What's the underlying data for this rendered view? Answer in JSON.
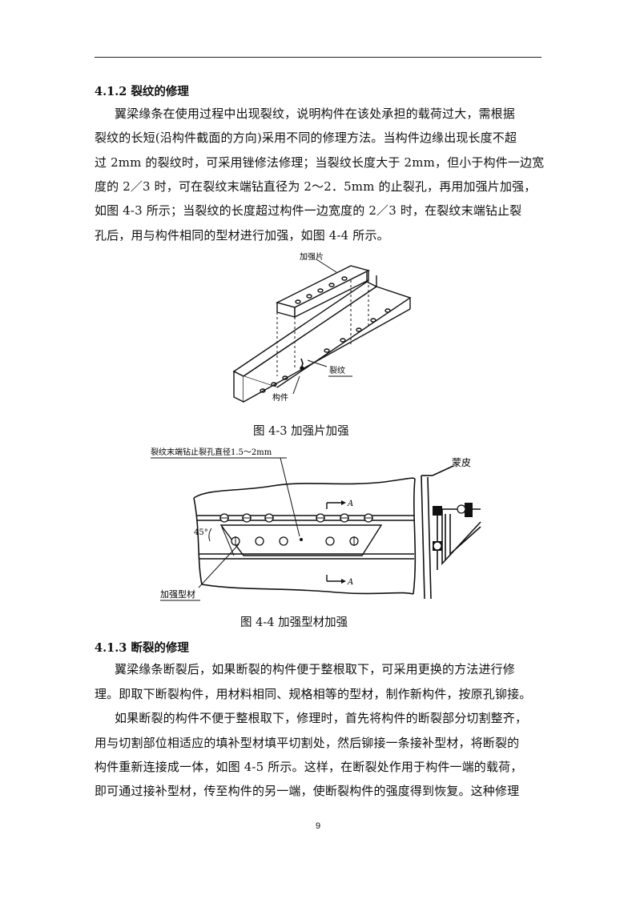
{
  "section_1": {
    "heading": "4.1.2 裂纹的修理",
    "lines": [
      "翼梁缘条在使用过程中出现裂纹，说明构件在该处承担的载荷过大，需根据",
      "裂纹的长短(沿构件截面的方向)采用不同的修理方法。当构件边缘出现长度不超",
      "过 2mm 的裂纹时，可采用锉修法修理；当裂纹长度大于 2mm，但小于构件一边宽",
      "度的 2／3 时，可在裂纹末端钻直径为 2～2．5mm 的止裂孔，再用加强片加强，",
      "如图 4-3 所示；当裂纹的长度超过构件一边宽度的 2／3 时，在裂纹末端钻止裂",
      "孔后，用与构件相同的型材进行加强，如图 4-4 所示。"
    ]
  },
  "figure_4_3": {
    "caption": "图 4-3  加强片加强",
    "labels": {
      "patch": "加强片",
      "crack": "裂纹",
      "member": "构件"
    }
  },
  "figure_4_4": {
    "caption": "图 4-4  加强型材加强",
    "labels": {
      "stop_hole": "裂纹末端钻止裂孔直径1.5～2mm",
      "skin": "蒙皮",
      "angle": "45°",
      "section_a_top": "A",
      "section_a_bottom": "A",
      "profile": "加强型材"
    }
  },
  "section_2": {
    "heading": "4.1.3 断裂的修理",
    "paragraph_1": [
      "翼梁缘条断裂后，如果断裂的构件便于整根取下，可采用更换的方法进行修",
      "理。即取下断裂构件，用材料相同、规格相等的型材，制作新构件，按原孔铆接。"
    ],
    "paragraph_2": [
      "如果断裂的构件不便于整根取下，修理时，首先将构件的断裂部分切割整齐，",
      "用与切割部位相适应的填补型材填平切割处，然后铆接一条接补型材，将断裂的",
      "构件重新连接成一体，如图 4-5 所示。这样，在断裂处作用于构件一端的载荷，",
      "即可通过接补型材，传至构件的另一端，使断裂构件的强度得到恢复。这种修理"
    ]
  },
  "page_number": "9"
}
